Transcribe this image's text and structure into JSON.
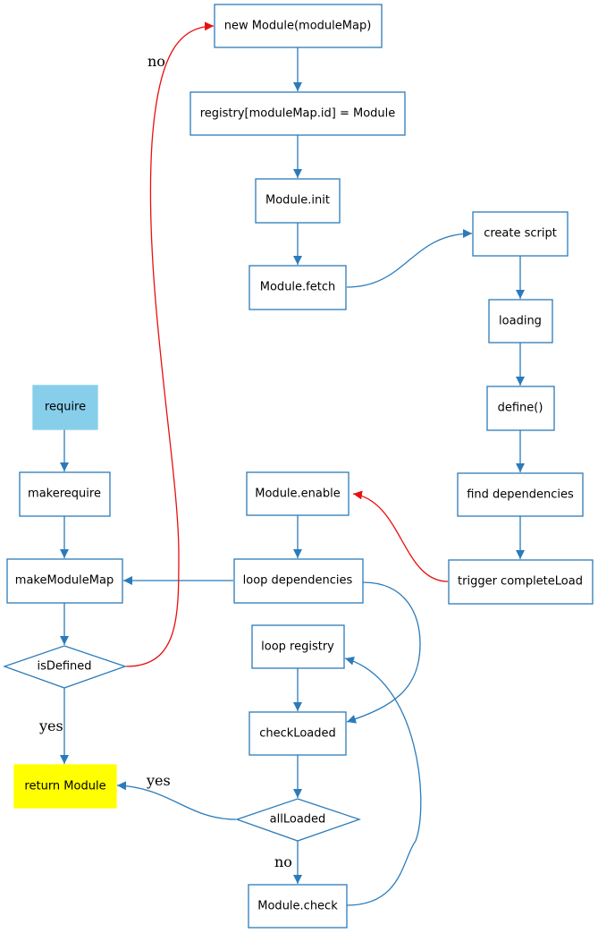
{
  "colors": {
    "node_stroke": "#2b7bba",
    "edge_blue": "#2b7bba",
    "edge_red": "#e8100f",
    "require_fill": "#87ceeb",
    "return_fill": "#ffff00",
    "node_fill": "#ffffff"
  },
  "nodes": {
    "new_module": "new Module(moduleMap)",
    "registry": "registry[moduleMap.id] = Module",
    "module_init": "Module.init",
    "module_fetch": "Module.fetch",
    "create_script": "create script",
    "loading": "loading",
    "define": "define()",
    "find_dependencies": "find dependencies",
    "trigger_complete_load": "trigger completeLoad",
    "require": "require",
    "makerequire": "makerequire",
    "make_module_map": "makeModuleMap",
    "is_defined": "isDefined",
    "return_module": "return Module",
    "module_enable": "Module.enable",
    "loop_dependencies": "loop dependencies",
    "loop_registry": "loop registry",
    "check_loaded": "checkLoaded",
    "all_loaded": "allLoaded",
    "module_check": "Module.check"
  },
  "edge_labels": {
    "is_defined_no": "no",
    "is_defined_yes": "yes",
    "all_loaded_yes": "yes",
    "all_loaded_no": "no"
  }
}
